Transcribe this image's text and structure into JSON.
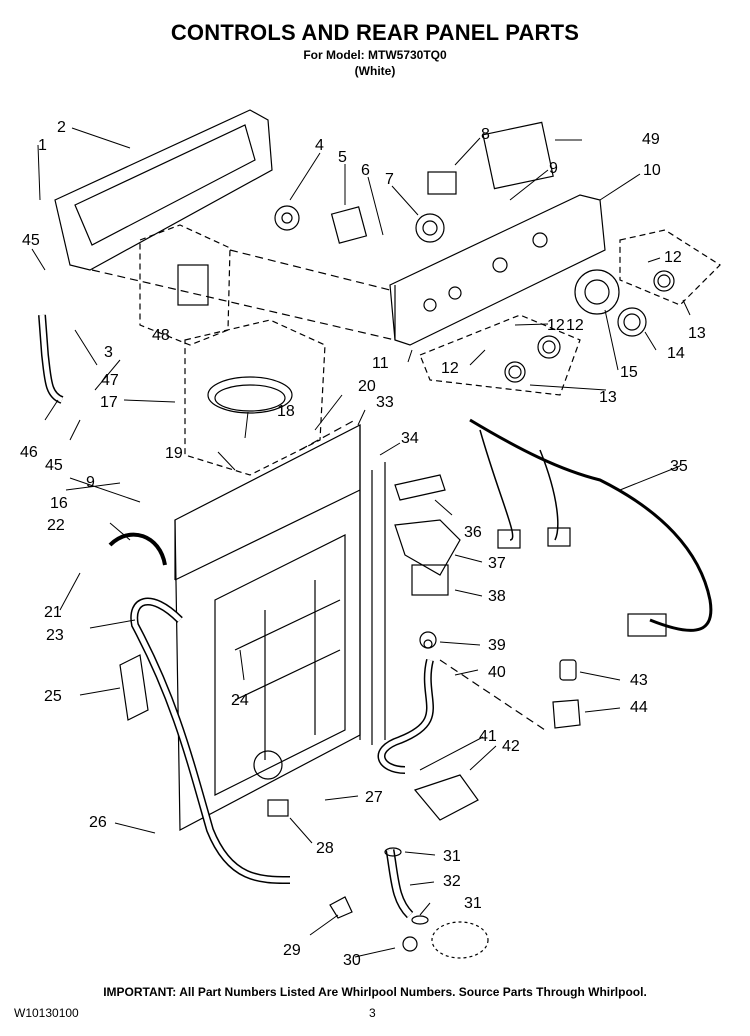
{
  "header": {
    "title": "CONTROLS AND REAR PANEL PARTS",
    "model_line": "For Model: MTW5730TQ0",
    "color_line": "(White)"
  },
  "footer": {
    "note": "IMPORTANT: All Part Numbers Listed Are Whirlpool Numbers. Source Parts Through Whirlpool.",
    "doc_id": "W10130100",
    "page": "3"
  },
  "callouts": [
    "1",
    "2",
    "3",
    "4",
    "5",
    "6",
    "7",
    "8",
    "9",
    "9",
    "10",
    "11",
    "12",
    "12",
    "12",
    "12",
    "13",
    "13",
    "14",
    "15",
    "16",
    "17",
    "18",
    "19",
    "20",
    "21",
    "22",
    "23",
    "24",
    "25",
    "26",
    "27",
    "28",
    "29",
    "30",
    "31",
    "31",
    "32",
    "33",
    "34",
    "35",
    "36",
    "37",
    "38",
    "39",
    "40",
    "41",
    "42",
    "43",
    "44",
    "45",
    "45",
    "46",
    "47",
    "48",
    "49"
  ]
}
